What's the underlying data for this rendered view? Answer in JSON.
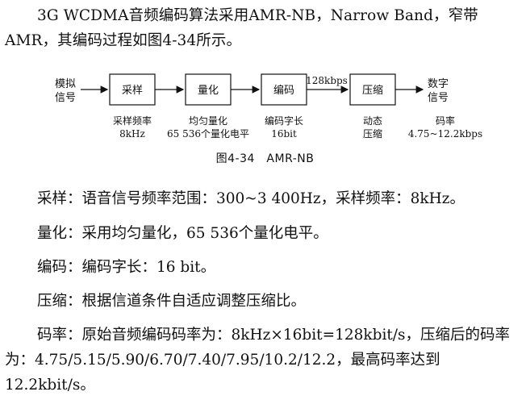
{
  "intro": "3G WCDMA音频编码算法采用AMR-NB，Narrow Band，窄带AMR，其编码过程如图4-34所示。",
  "figure": {
    "input_label": [
      "模拟",
      "信号"
    ],
    "output_label": [
      "数字",
      "信号"
    ],
    "arrow_label": "128kbps",
    "blocks": [
      {
        "label": "采样",
        "caption": [
          "采样频率",
          "8kHz"
        ]
      },
      {
        "label": "量化",
        "caption": [
          "均匀量化",
          "65 536个量化电平"
        ]
      },
      {
        "label": "编码",
        "caption": [
          "编码字长",
          "16bit"
        ]
      },
      {
        "label": "压缩",
        "caption": [
          "动态",
          "压缩"
        ]
      }
    ],
    "output_caption": [
      "码率",
      "4.75~12.2kbps"
    ],
    "caption": "图4-34　AMR-NB"
  },
  "items": [
    "采样：语音信号频率范围：300~3 400Hz，采样频率：8kHz。",
    "量化：采用均匀量化，65 536个量化电平。",
    "编码：编码字长：16 bit。",
    "压缩：根据信道条件自适应调整压缩比。",
    "码率：原始音频编码码率为：8kHz×16bit=128kbit/s，压缩后的码率为：4.75/5.15/5.90/6.70/7.40/7.95/10.2/12.2，最高码率达到12.2kbit/s。"
  ]
}
